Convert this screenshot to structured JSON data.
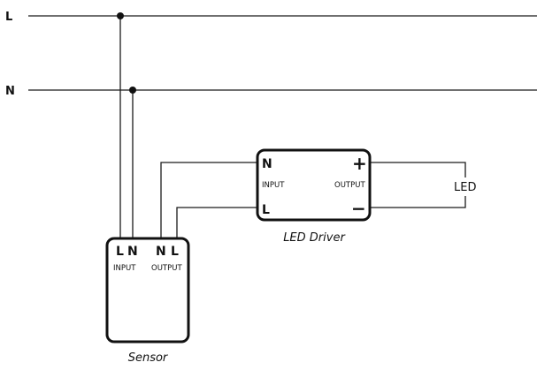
{
  "rails": {
    "line_label": "L",
    "neutral_label": "N"
  },
  "sensor": {
    "name": "Sensor",
    "input_terminals": [
      "L",
      "N"
    ],
    "output_terminals": [
      "N",
      "L"
    ],
    "input_label": "INPUT",
    "output_label": "OUTPUT"
  },
  "driver": {
    "name": "LED Driver",
    "input_terminals": [
      "N",
      "L"
    ],
    "output_terminals": [
      "+",
      "−"
    ],
    "input_label": "INPUT",
    "output_label": "OUTPUT"
  },
  "load": {
    "label": "LED"
  }
}
